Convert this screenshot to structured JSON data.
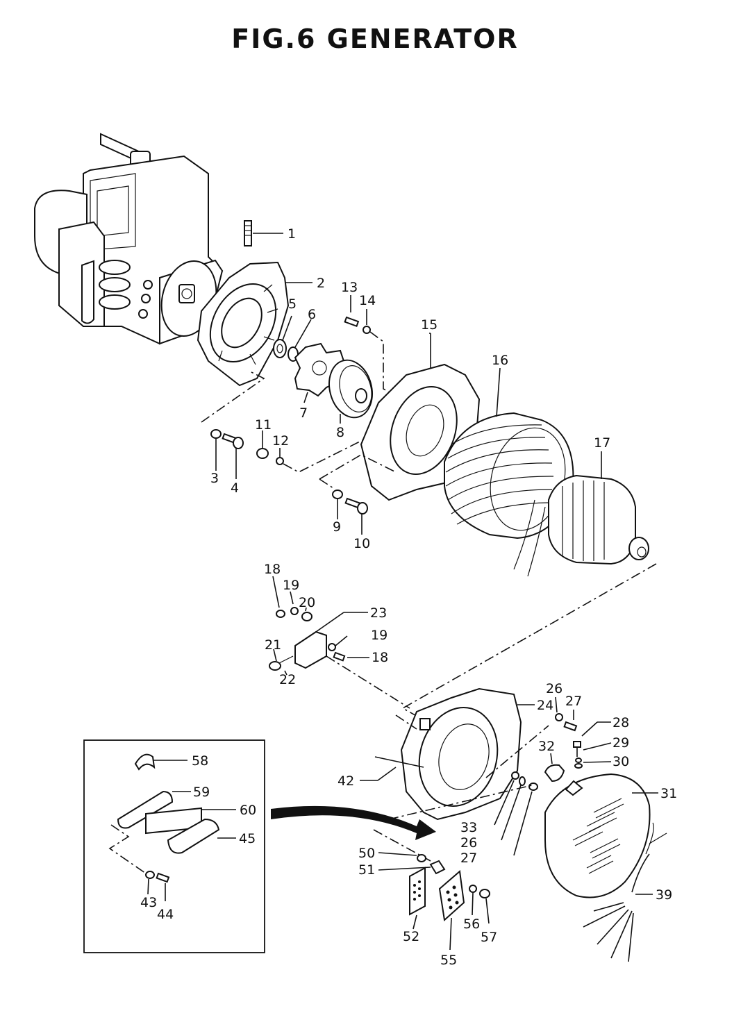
{
  "title": "FIG.6  GENERATOR",
  "labels": [
    "1",
    "2",
    "3",
    "4",
    "5",
    "6",
    "7",
    "8",
    "9",
    "10",
    "11",
    "12",
    "13",
    "14",
    "15",
    "16",
    "17",
    "18",
    "19",
    "20",
    "21",
    "22",
    "23",
    "19",
    "18",
    "24",
    "26",
    "27",
    "28",
    "29",
    "30",
    "31",
    "32",
    "33",
    "26",
    "27",
    "39",
    "42",
    "50",
    "51",
    "52",
    "55",
    "56",
    "57",
    "58",
    "59",
    "60",
    "45",
    "43",
    "44"
  ]
}
